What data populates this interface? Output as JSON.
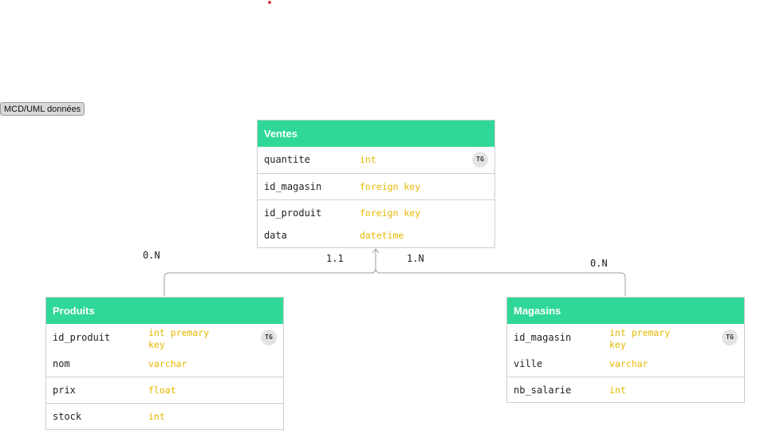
{
  "frame_label": "MCD/UML données",
  "tables": {
    "ventes": {
      "name": "Ventes",
      "rows": [
        {
          "field": "quantite",
          "type": "int",
          "badge": "TG"
        },
        {
          "field": "id_magasin",
          "type": "foreign key"
        },
        {
          "field": "id_produit",
          "type": "foreign key"
        },
        {
          "field": "data",
          "type": "datetime"
        }
      ]
    },
    "produits": {
      "name": "Produits",
      "rows": [
        {
          "field": "id_produit",
          "type": "int premary key",
          "badge": "TG"
        },
        {
          "field": "nom",
          "type": "varchar"
        },
        {
          "field": "prix",
          "type": "float"
        },
        {
          "field": "stock",
          "type": "int"
        }
      ]
    },
    "magasins": {
      "name": "Magasins",
      "rows": [
        {
          "field": "id_magasin",
          "type": "int premary key",
          "badge": "TG"
        },
        {
          "field": "ville",
          "type": "varchar"
        },
        {
          "field": "nb_salarie",
          "type": "int"
        }
      ]
    }
  },
  "cardinalities": {
    "produits_side": "0.N",
    "ventes_left": "1.1",
    "ventes_right": "1.N",
    "magasins_side": "0.N"
  },
  "colors": {
    "header": "#2fd897",
    "type_text": "#e6b800",
    "connector": "#9e9e9e"
  }
}
